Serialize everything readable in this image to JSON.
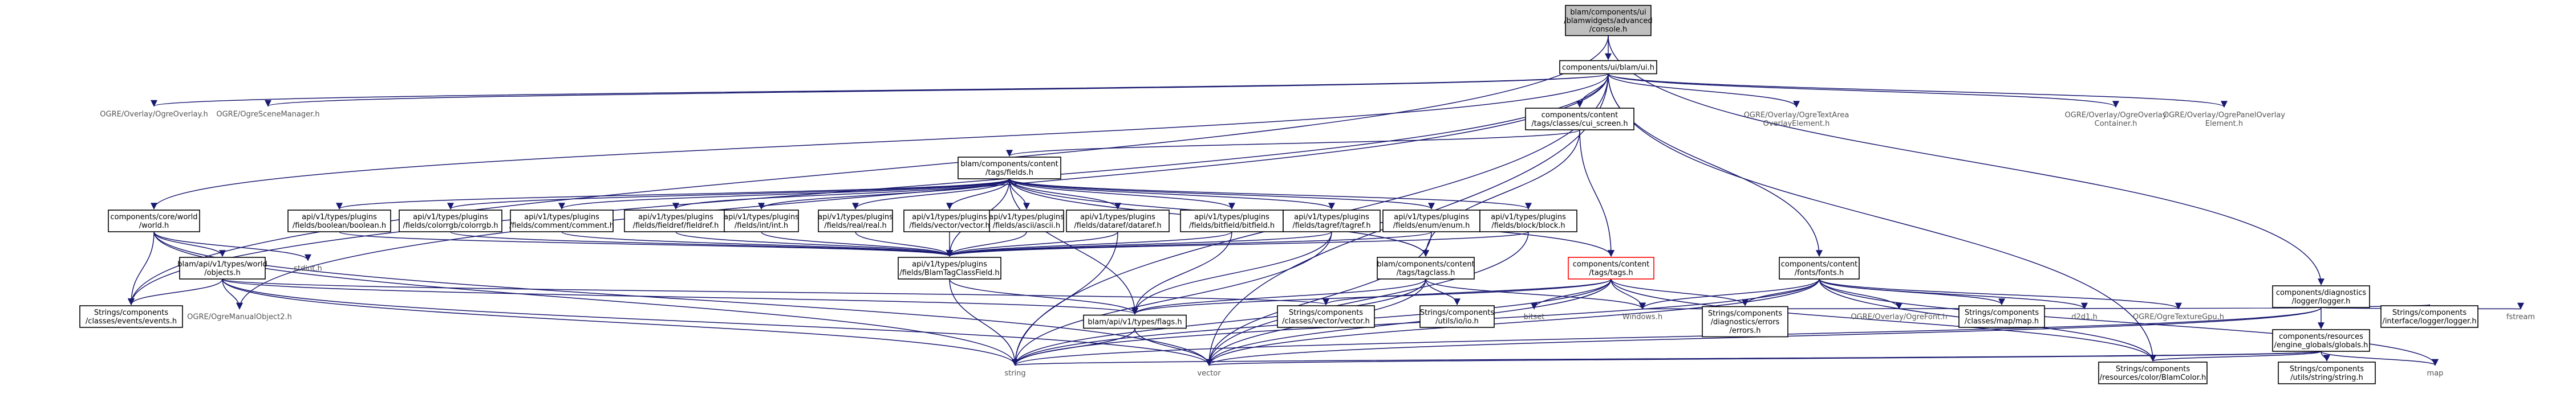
{
  "diagram": {
    "colors": {
      "edge": "#191970",
      "edge_alt": "#8a2be2",
      "box_border": "#666666",
      "focus_fill": "#bfbfbf",
      "focus_border": "#000000",
      "warn_border": "#ff0000",
      "text": "#000000",
      "text_plain": "#555555",
      "background": "#ffffff"
    },
    "nodes": [
      {
        "id": "console",
        "lines": [
          "blam/components/ui",
          "/blamwidgets/advanced",
          "/console.h"
        ],
        "style": "focus"
      },
      {
        "id": "ui",
        "lines": [
          "components/ui/blam/ui.h"
        ],
        "style": "box"
      },
      {
        "id": "ogre_overlay",
        "lines": [
          "OGRE/Overlay/OgreOverlay.h"
        ],
        "style": "plain"
      },
      {
        "id": "ogre_scene",
        "lines": [
          "OGRE/OgreSceneManager.h"
        ],
        "style": "plain"
      },
      {
        "id": "cui_screen",
        "lines": [
          "components/content",
          "/tags/classes/cui_screen.h"
        ],
        "style": "box"
      },
      {
        "id": "ogre_textarea",
        "lines": [
          "OGRE/Overlay/OgreTextArea",
          "OverlayElement.h"
        ],
        "style": "plain"
      },
      {
        "id": "ogre_container",
        "lines": [
          "OGRE/Overlay/OgreOverlay",
          "Container.h"
        ],
        "style": "plain"
      },
      {
        "id": "ogre_panel",
        "lines": [
          "OGRE/Overlay/OgrePanelOverlay",
          "Element.h"
        ],
        "style": "plain"
      },
      {
        "id": "logger",
        "lines": [
          "components/diagnostics",
          "/logger/logger.h"
        ],
        "style": "box"
      },
      {
        "id": "fields",
        "lines": [
          "blam/components/content",
          "/tags/fields.h"
        ],
        "style": "box"
      },
      {
        "id": "world",
        "lines": [
          "components/core/world",
          "/world.h"
        ],
        "style": "box"
      },
      {
        "id": "boolean",
        "lines": [
          "api/v1/types/plugins",
          "/fields/boolean/boolean.h"
        ],
        "style": "box"
      },
      {
        "id": "colorrgb",
        "lines": [
          "api/v1/types/plugins",
          "/fields/colorrgb/colorrgb.h"
        ],
        "style": "box"
      },
      {
        "id": "comment",
        "lines": [
          "api/v1/types/plugins",
          "/fields/comment/comment.h"
        ],
        "style": "box"
      },
      {
        "id": "fieldref",
        "lines": [
          "api/v1/types/plugins",
          "/fields/fieldref/fieldref.h"
        ],
        "style": "box"
      },
      {
        "id": "intint",
        "lines": [
          "api/v1/types/plugins",
          "/fields/int/int.h"
        ],
        "style": "box"
      },
      {
        "id": "realreal",
        "lines": [
          "api/v1/types/plugins",
          "/fields/real/real.h"
        ],
        "style": "box"
      },
      {
        "id": "vector",
        "lines": [
          "api/v1/types/plugins",
          "/fields/vector/vector.h"
        ],
        "style": "box"
      },
      {
        "id": "ascii",
        "lines": [
          "api/v1/types/plugins",
          "/fields/ascii/ascii.h"
        ],
        "style": "box"
      },
      {
        "id": "dataref",
        "lines": [
          "api/v1/types/plugins",
          "/fields/dataref/dataref.h"
        ],
        "style": "box"
      },
      {
        "id": "bitfield",
        "lines": [
          "api/v1/types/plugins",
          "/fields/bitfield/bitfield.h"
        ],
        "style": "box"
      },
      {
        "id": "tagref",
        "lines": [
          "api/v1/types/plugins",
          "/fields/tagref/tagref.h"
        ],
        "style": "box"
      },
      {
        "id": "enum",
        "lines": [
          "api/v1/types/plugins",
          "/fields/enum/enum.h"
        ],
        "style": "box"
      },
      {
        "id": "block",
        "lines": [
          "api/v1/types/plugins",
          "/fields/block/block.h"
        ],
        "style": "box"
      },
      {
        "id": "blamtagclassfield",
        "lines": [
          "api/v1/types/plugins",
          "/fields/BlamTagClassField.h"
        ],
        "style": "box"
      },
      {
        "id": "objects",
        "lines": [
          "blam/api/v1/types/world",
          "/objects.h"
        ],
        "style": "box"
      },
      {
        "id": "stdint",
        "lines": [
          "stdint.h"
        ],
        "style": "plain"
      },
      {
        "id": "tagclass",
        "lines": [
          "blam/components/content",
          "/tags/tagclass.h"
        ],
        "style": "box"
      },
      {
        "id": "tagsh",
        "lines": [
          "components/content",
          "/tags/tags.h"
        ],
        "style": "warn"
      },
      {
        "id": "fonts",
        "lines": [
          "components/content",
          "/fonts/fonts.h"
        ],
        "style": "box"
      },
      {
        "id": "globals",
        "lines": [
          "components/resources",
          "/engine_globals/globals.h"
        ],
        "style": "box"
      },
      {
        "id": "events",
        "lines": [
          "Strings/components",
          "/classes/events/events.h"
        ],
        "style": "box"
      },
      {
        "id": "manualobject",
        "lines": [
          "OGRE/OgreManualObject2.h"
        ],
        "style": "plain"
      },
      {
        "id": "blamflags",
        "lines": [
          "blam/api/v1/types/flags.h"
        ],
        "style": "box"
      },
      {
        "id": "vectorh",
        "lines": [
          "Strings/components",
          "/classes/vector/vector.h"
        ],
        "style": "box"
      },
      {
        "id": "utilsio",
        "lines": [
          "Strings/components",
          "/utils/io/io.h"
        ],
        "style": "box"
      },
      {
        "id": "bitset",
        "lines": [
          "bitset"
        ],
        "style": "plain"
      },
      {
        "id": "windows",
        "lines": [
          "Windows.h"
        ],
        "style": "plain"
      },
      {
        "id": "errors",
        "lines": [
          "Strings/components",
          "/diagnostics/errors",
          "/errors.h"
        ],
        "style": "box"
      },
      {
        "id": "ogrefont",
        "lines": [
          "OGRE/Overlay/OgreFont.h"
        ],
        "style": "plain"
      },
      {
        "id": "mapmap",
        "lines": [
          "Strings/components",
          "/classes/map/map.h"
        ],
        "style": "box"
      },
      {
        "id": "d2d1",
        "lines": [
          "d2d1.h"
        ],
        "style": "plain"
      },
      {
        "id": "ogretexture",
        "lines": [
          "OGRE/OgreTextureGpu.h"
        ],
        "style": "plain"
      },
      {
        "id": "fstream",
        "lines": [
          "fstream"
        ],
        "style": "plain"
      },
      {
        "id": "loggerstr",
        "lines": [
          "Strings/components",
          "/interface/logger/logger.h"
        ],
        "style": "box"
      },
      {
        "id": "string",
        "lines": [
          "string"
        ],
        "style": "plain"
      },
      {
        "id": "vectorstd",
        "lines": [
          "vector"
        ],
        "style": "plain"
      },
      {
        "id": "blamcolor",
        "lines": [
          "Strings/components",
          "/resources/color/BlamColor.h"
        ],
        "style": "box"
      },
      {
        "id": "stringhelp",
        "lines": [
          "Strings/components",
          "/utils/string/string.h"
        ],
        "style": "box"
      },
      {
        "id": "map",
        "lines": [
          "map"
        ],
        "style": "plain"
      }
    ],
    "edges": [
      [
        "console",
        "ui"
      ],
      [
        "console",
        "logger"
      ],
      [
        "console",
        "events"
      ],
      [
        "ui",
        "ogre_overlay"
      ],
      [
        "ui",
        "ogre_scene"
      ],
      [
        "ui",
        "cui_screen"
      ],
      [
        "ui",
        "ogre_textarea"
      ],
      [
        "ui",
        "ogre_container"
      ],
      [
        "ui",
        "ogre_panel"
      ],
      [
        "ui",
        "world"
      ],
      [
        "ui",
        "fonts"
      ],
      [
        "ui",
        "manualobject"
      ],
      [
        "ui",
        "string"
      ],
      [
        "ui",
        "vectorstd"
      ],
      [
        "ui",
        "blamcolor"
      ],
      [
        "ui",
        "events"
      ],
      [
        "cui_screen",
        "fields"
      ],
      [
        "cui_screen",
        "tagclass"
      ],
      [
        "cui_screen",
        "tagsh"
      ],
      [
        "fields",
        "boolean"
      ],
      [
        "fields",
        "colorrgb"
      ],
      [
        "fields",
        "comment"
      ],
      [
        "fields",
        "fieldref"
      ],
      [
        "fields",
        "intint"
      ],
      [
        "fields",
        "realreal"
      ],
      [
        "fields",
        "vector"
      ],
      [
        "fields",
        "ascii"
      ],
      [
        "fields",
        "dataref"
      ],
      [
        "fields",
        "bitfield"
      ],
      [
        "fields",
        "tagref"
      ],
      [
        "fields",
        "enum"
      ],
      [
        "fields",
        "block"
      ],
      [
        "fields",
        "blamtagclassfield"
      ],
      [
        "fields",
        "tagsh"
      ],
      [
        "fields",
        "tagclass"
      ],
      [
        "fields",
        "blamflags"
      ],
      [
        "boolean",
        "blamtagclassfield"
      ],
      [
        "colorrgb",
        "blamtagclassfield"
      ],
      [
        "comment",
        "blamtagclassfield"
      ],
      [
        "fieldref",
        "blamtagclassfield"
      ],
      [
        "intint",
        "blamtagclassfield"
      ],
      [
        "realreal",
        "blamtagclassfield"
      ],
      [
        "vector",
        "blamtagclassfield"
      ],
      [
        "ascii",
        "blamtagclassfield"
      ],
      [
        "dataref",
        "blamtagclassfield"
      ],
      [
        "bitfield",
        "blamtagclassfield"
      ],
      [
        "tagref",
        "blamtagclassfield"
      ],
      [
        "enum",
        "blamtagclassfield"
      ],
      [
        "block",
        "blamtagclassfield"
      ],
      [
        "dataref",
        "string"
      ],
      [
        "bitfield",
        "blamflags"
      ],
      [
        "tagref",
        "blamflags"
      ],
      [
        "block",
        "vectorstd"
      ],
      [
        "enum",
        "vectorstd"
      ],
      [
        "tagref",
        "string"
      ],
      [
        "blamtagclassfield",
        "blamflags"
      ],
      [
        "blamtagclassfield",
        "string"
      ],
      [
        "world",
        "objects"
      ],
      [
        "world",
        "stdint"
      ],
      [
        "world",
        "events"
      ],
      [
        "world",
        "string"
      ],
      [
        "world",
        "vectorstd"
      ],
      [
        "objects",
        "manualobject"
      ],
      [
        "objects",
        "blamflags"
      ],
      [
        "objects",
        "vectorh"
      ],
      [
        "objects",
        "events"
      ],
      [
        "objects",
        "string"
      ],
      [
        "objects",
        "vectorstd"
      ],
      [
        "tagclass",
        "blamflags"
      ],
      [
        "tagclass",
        "utilsio"
      ],
      [
        "tagclass",
        "windows"
      ],
      [
        "tagclass",
        "string"
      ],
      [
        "tagclass",
        "vectorstd"
      ],
      [
        "tagsh",
        "bitset"
      ],
      [
        "tagsh",
        "windows"
      ],
      [
        "tagsh",
        "errors"
      ],
      [
        "tagsh",
        "blamcolor"
      ],
      [
        "tagsh",
        "string"
      ],
      [
        "tagsh",
        "vectorstd"
      ],
      [
        "tagsh",
        "blamflags"
      ],
      [
        "tagsh",
        "vectorh"
      ],
      [
        "fonts",
        "windows"
      ],
      [
        "fonts",
        "errors"
      ],
      [
        "fonts",
        "ogrefont"
      ],
      [
        "fonts",
        "mapmap"
      ],
      [
        "fonts",
        "d2d1"
      ],
      [
        "fonts",
        "ogretexture"
      ],
      [
        "fonts",
        "string"
      ],
      [
        "fonts",
        "vectorstd"
      ],
      [
        "fonts",
        "blamcolor"
      ],
      [
        "fonts",
        "map"
      ],
      [
        "logger",
        "windows"
      ],
      [
        "logger",
        "globals"
      ],
      [
        "logger",
        "fstream"
      ],
      [
        "logger",
        "loggerstr"
      ],
      [
        "logger",
        "string"
      ],
      [
        "logger",
        "vectorstd"
      ],
      [
        "globals",
        "blamcolor"
      ],
      [
        "globals",
        "stringhelp"
      ],
      [
        "globals",
        "map"
      ],
      [
        "globals",
        "string"
      ],
      [
        "globals",
        "vectorstd"
      ],
      [
        "blamflags",
        "string"
      ],
      [
        "blamflags",
        "vectorstd"
      ]
    ]
  }
}
